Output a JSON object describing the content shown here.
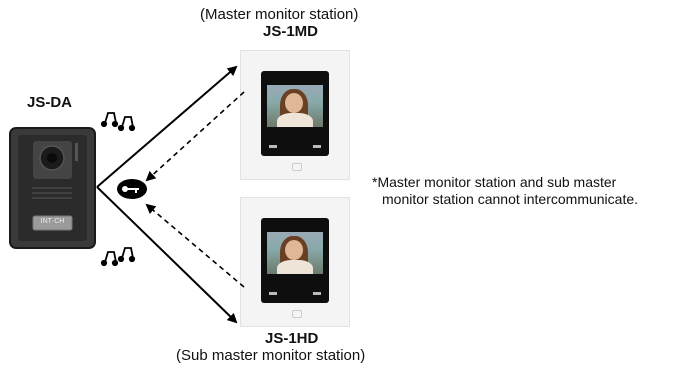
{
  "top_label": "(Master monitor station)",
  "top_model": "JS-1MD",
  "door_model": "JS-DA",
  "bottom_model": "JS-1HD",
  "bottom_label": "(Sub master monitor station)",
  "note_line1": "*Master monitor station and sub master",
  "note_line2": "monitor station cannot intercommunicate.",
  "door_button_text": "INT·CH",
  "colors": {
    "arrow": "#000000",
    "door_body": "#3a3a3a",
    "monitor_bg": "#f4f4f4"
  },
  "icons": [
    "music-notes-icon",
    "key-icon"
  ]
}
